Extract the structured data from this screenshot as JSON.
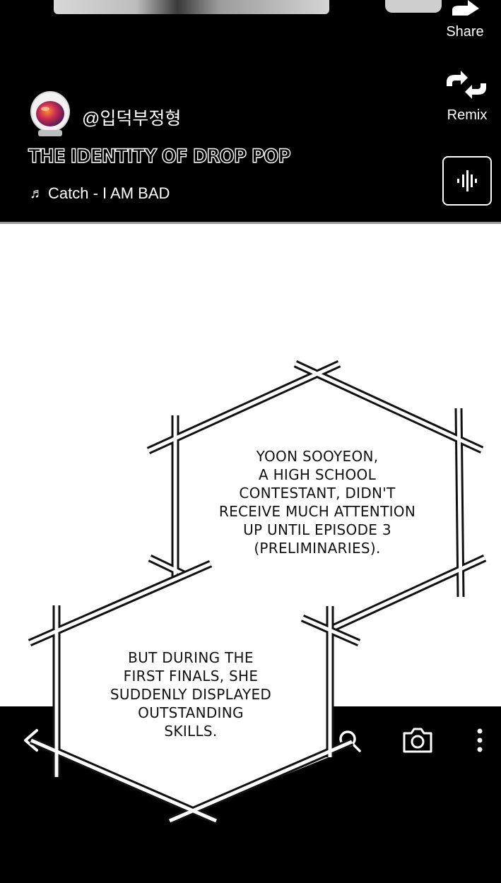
{
  "header": {
    "share_label": "Share",
    "remix_label": "Remix",
    "username": "@입덕부정형",
    "video_title": "THE IDENTITY OF DROP POP",
    "sound_note_icon": "♬",
    "sound_name": "Catch - I AM BAD"
  },
  "icons": {
    "share": "share-arrow-icon",
    "remix": "remix-icon",
    "sound": "waveform-icon",
    "back": "back-arrow-icon",
    "search": "search-icon",
    "camera": "camera-icon",
    "more": "more-vertical-icon",
    "avatar": "astronaut-helmet-avatar"
  },
  "colors": {
    "background": "#000000",
    "panel": "#ffffff",
    "text_light": "#ffffff",
    "text_dark": "#111111",
    "divider": "#9a9a9a"
  },
  "comic": {
    "bubble_1": "YOON SOOYEON,\nA HIGH SCHOOL\nCONTESTANT, DIDN'T\nRECEIVE MUCH ATTENTION\nUP UNTIL EPISODE 3\n(PRELIMINARIES).",
    "bubble_2": "BUT DURING THE\nFIRST FINALS, SHE\nSUDDENLY DISPLAYED\nOUTSTANDING\nSKILLS."
  }
}
